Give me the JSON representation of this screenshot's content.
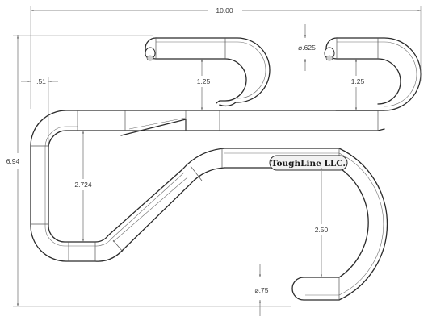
{
  "drawing": {
    "colors": {
      "line": "#2a2a2a",
      "dimension": "#6a6a6a",
      "background": "#ffffff"
    },
    "logo": {
      "text": "ToughLine LLC."
    },
    "dimensions": {
      "overall_length": "10.00",
      "overall_height": "6.94",
      "left_offset": ".51",
      "upper_hook_depth_left": "1.25",
      "upper_hook_depth_right": "1.25",
      "upper_wire_diameter": "⌀.625",
      "left_span": "2.724",
      "lower_hook_depth": "2.50",
      "lower_wire_diameter": "⌀.75"
    }
  }
}
